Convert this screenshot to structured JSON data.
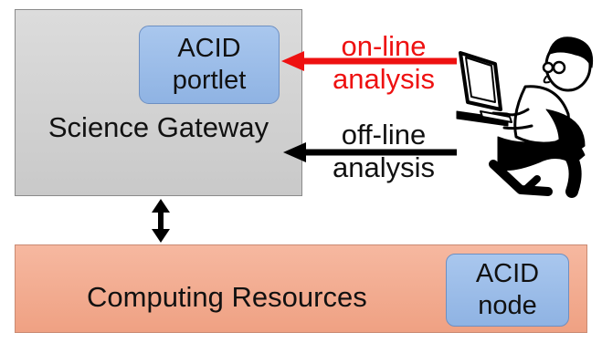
{
  "gateway": {
    "label": "Science Gateway",
    "portlet": {
      "line1": "ACID",
      "line2": "portlet"
    }
  },
  "resources": {
    "label": "Computing Resources",
    "node": {
      "line1": "ACID",
      "line2": "node"
    }
  },
  "arrows": {
    "online": {
      "line1": "on-line",
      "line2": "analysis",
      "color": "#ee1111"
    },
    "offline": {
      "line1": "off-line",
      "line2": "analysis",
      "color": "#000000"
    }
  },
  "icons": {
    "user": "user-at-computer-icon",
    "link": "double-headed-arrow-icon"
  }
}
